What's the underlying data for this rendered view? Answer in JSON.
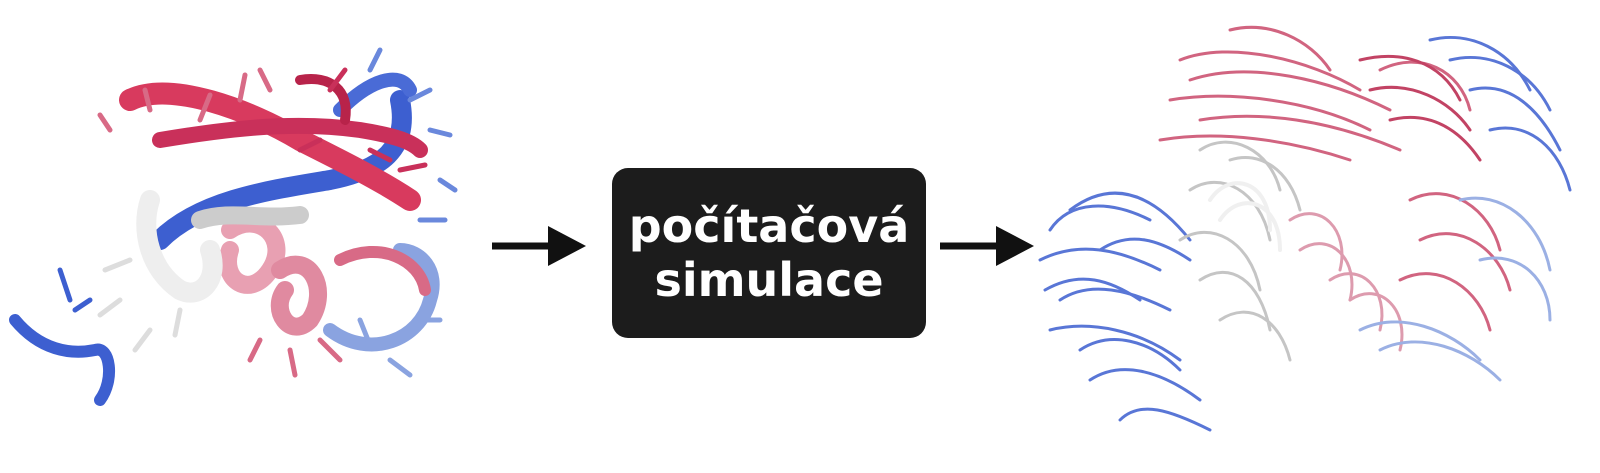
{
  "process": {
    "line1": "počítačová",
    "line2": "simulace"
  },
  "illustrations": {
    "left": "single-protein-structure",
    "right": "protein-conformation-ensemble"
  },
  "colors": {
    "red": "#d83a5e",
    "pink": "#e08aa0",
    "light_pink": "#f0c4cf",
    "white": "#eeeeee",
    "gray": "#a8a8a8",
    "blue": "#3d5fd0",
    "light_blue": "#8aa3e0",
    "box": "#1c1c1c",
    "arrow": "#111111"
  }
}
